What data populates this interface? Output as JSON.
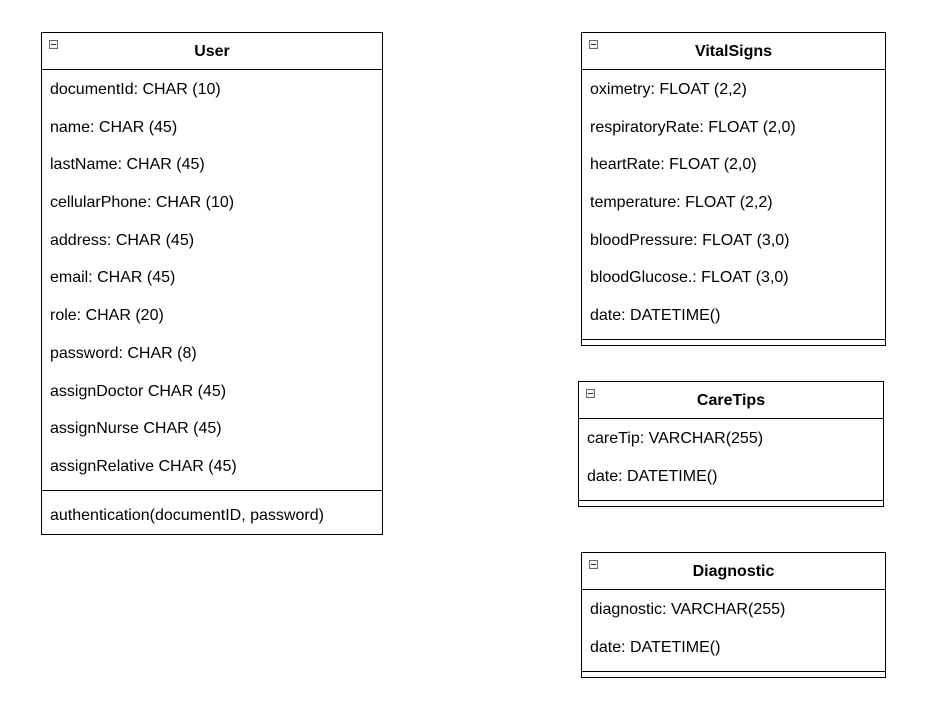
{
  "classes": [
    {
      "name": "User",
      "attributes": [
        "documentId: CHAR (10)",
        "name: CHAR (45)",
        "lastName: CHAR (45)",
        "cellularPhone: CHAR (10)",
        "address: CHAR (45)",
        "email: CHAR (45)",
        "role: CHAR (20)",
        "password: CHAR (8)",
        "assignDoctor CHAR (45)",
        "assignNurse CHAR (45)",
        "assignRelative CHAR (45)"
      ],
      "operations": [
        "authentication(documentID, password)"
      ]
    },
    {
      "name": "VitalSigns",
      "attributes": [
        "oximetry: FLOAT (2,2)",
        "respiratoryRate: FLOAT (2,0)",
        "heartRate: FLOAT (2,0)",
        "temperature: FLOAT (2,2)",
        "bloodPressure: FLOAT (3,0)",
        "bloodGlucose.: FLOAT (3,0)",
        "date: DATETIME()"
      ],
      "operations": []
    },
    {
      "name": "CareTips",
      "attributes": [
        "careTip: VARCHAR(255)",
        "date: DATETIME()"
      ],
      "operations": []
    },
    {
      "name": "Diagnostic",
      "attributes": [
        "diagnostic: VARCHAR(255)",
        "date: DATETIME()"
      ],
      "operations": []
    }
  ],
  "icons": {
    "collapse": "collapse-minus-icon"
  }
}
